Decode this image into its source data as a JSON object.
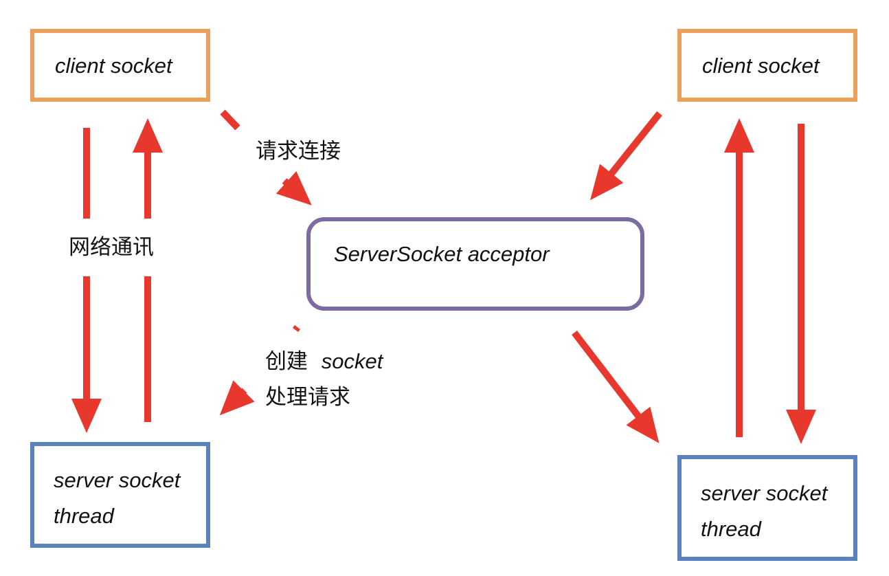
{
  "colors": {
    "arrow": "#E8382E",
    "client_border": "#EBA05B",
    "server_border": "#5A82BE",
    "acceptor_border": "#7C6AA3"
  },
  "left": {
    "client": {
      "label": "client socket"
    },
    "server": {
      "line1": "server socket",
      "line2": "thread"
    }
  },
  "right": {
    "client": {
      "label": "client socket"
    },
    "server": {
      "line1": "server socket",
      "line2": "thread"
    }
  },
  "acceptor": {
    "label": "ServerSocket acceptor"
  },
  "labels": {
    "request_connection": "请求连接",
    "network_communication": "网络通讯",
    "create": "创建",
    "create_socket": "socket",
    "handle_request": "处理请求"
  }
}
